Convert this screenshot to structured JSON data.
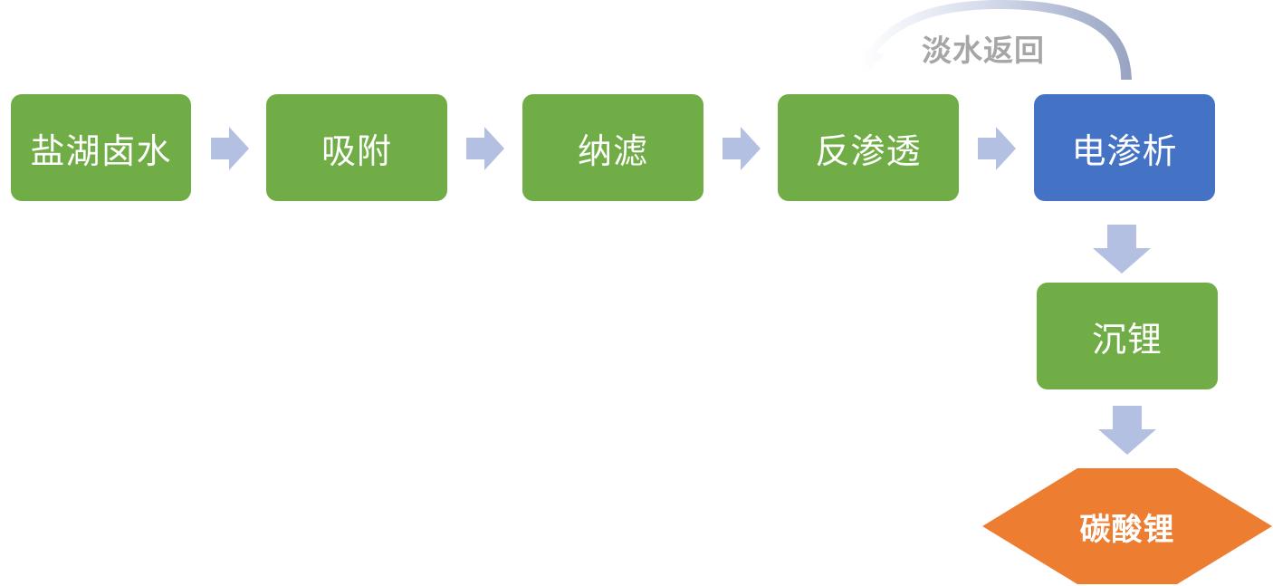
{
  "nodes": {
    "brine": "盐湖卤水",
    "adsorption": "吸附",
    "nanofiltration": "纳滤",
    "reverse_osmosis": "反渗透",
    "electrodialysis": "电渗析",
    "precipitation": "沉锂",
    "product": "碳酸锂"
  },
  "return_flow": {
    "label": "淡水返回"
  },
  "colors": {
    "process_box": "#70AD47",
    "highlight_box": "#4472C4",
    "product": "#ED7D31",
    "arrow": "#B4C0E2",
    "return_label": "#A6A6A6"
  }
}
